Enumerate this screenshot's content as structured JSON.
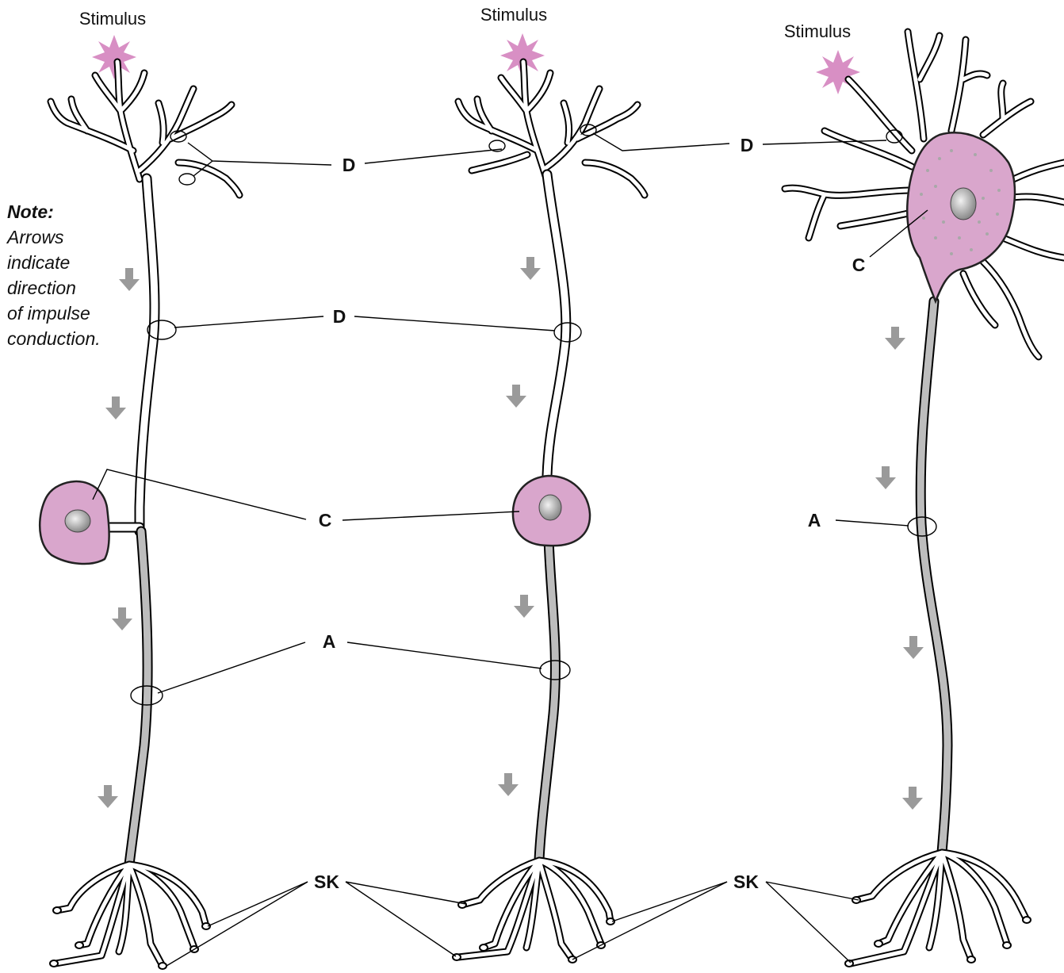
{
  "neurons": [
    {
      "stimulus_label": "Stimulus"
    },
    {
      "stimulus_label": "Stimulus"
    },
    {
      "stimulus_label": "Stimulus"
    }
  ],
  "labels": {
    "dendrites": "D",
    "dendrites_middle": "D",
    "dendrites_right": "D",
    "cell_body": "C",
    "cell_body_right": "C",
    "axon": "A",
    "axon_right": "A",
    "terminals": "SK",
    "terminals_right": "SK"
  },
  "note": {
    "title": "Note:",
    "lines": [
      "Arrows",
      "indicate",
      "direction",
      "of impulse",
      "conduction."
    ]
  },
  "colors": {
    "cell_body": "#d9a6cc",
    "stimulus": "#d88fc4",
    "axon": "#bdbdbd",
    "arrow": "#9a9a9a"
  }
}
